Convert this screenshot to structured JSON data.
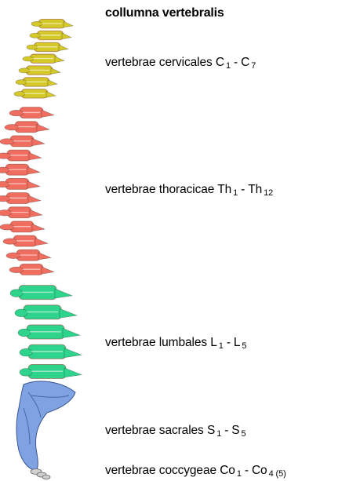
{
  "title": "collumna vertebralis",
  "regions": [
    {
      "id": "cervical",
      "prefix": "vertebrae cervicales",
      "from_sym": "C",
      "from_sub": "1",
      "to_sym": "C",
      "to_sub": "7",
      "color": "#d4c928",
      "count": 7
    },
    {
      "id": "thoracic",
      "prefix": "vertebrae thoracicae",
      "from_sym": "Th",
      "from_sub": "1",
      "to_sym": "Th",
      "to_sub": "12",
      "color": "#f06e60",
      "count": 12
    },
    {
      "id": "lumbar",
      "prefix": "vertebrae lumbales",
      "from_sym": "L",
      "from_sub": "1",
      "to_sym": "L",
      "to_sub": "5",
      "color": "#2fd48c",
      "count": 5
    },
    {
      "id": "sacral",
      "prefix": "vertebrae sacrales",
      "from_sym": "S",
      "from_sub": "1",
      "to_sym": "S",
      "to_sub": "5",
      "color": "#7ea2e2"
    },
    {
      "id": "coccyx",
      "prefix": "vertebrae coccygeae",
      "from_sym": "Co",
      "from_sub": "1",
      "to_sym": "Co",
      "to_sub": "4 (5)",
      "color": "#cfcfcf"
    }
  ],
  "separator": "-"
}
